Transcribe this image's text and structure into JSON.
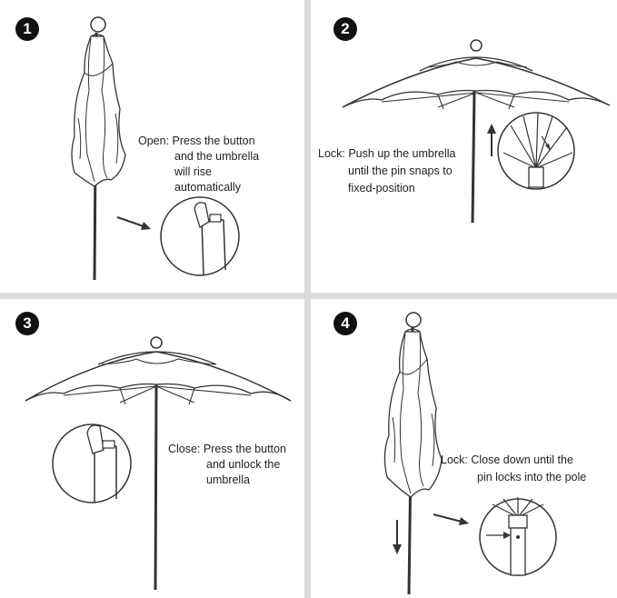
{
  "steps": [
    {
      "number": "1",
      "lines": [
        "Open: Press the button",
        "and the umbrella",
        "will rise",
        "automatically"
      ]
    },
    {
      "number": "2",
      "lines": [
        "Lock: Push up the umbrella",
        "until the pin snaps to",
        "fixed-position"
      ]
    },
    {
      "number": "3",
      "lines": [
        "Close: Press the button",
        "and unlock the",
        "umbrella"
      ]
    },
    {
      "number": "4",
      "lines": [
        "Lock: Close down until the",
        "pin locks into the pole"
      ]
    }
  ],
  "icons": {
    "closed_umbrella": "closed-umbrella-icon",
    "open_umbrella": "open-umbrella-icon",
    "magnifier": "detail-magnifier-icon",
    "arrow": "arrow-icon"
  }
}
